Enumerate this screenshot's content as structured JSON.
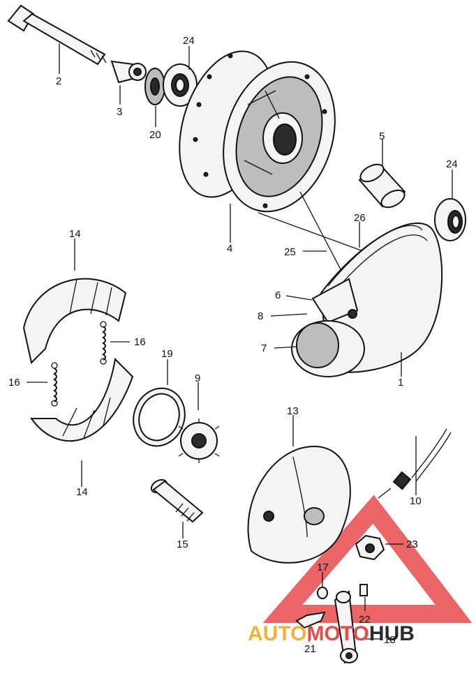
{
  "callouts": [
    "1",
    "2",
    "3",
    "4",
    "5",
    "6",
    "7",
    "8",
    "9",
    "10",
    "13",
    "14",
    "14",
    "15",
    "16",
    "16",
    "17",
    "18",
    "19",
    "20",
    "21",
    "22",
    "23",
    "24",
    "24",
    "25",
    "26"
  ],
  "watermark": {
    "part1": "AUTO",
    "part2": "MOTO",
    "part3": "HUB",
    "color_orange": "#f2b23a",
    "color_red": "#e64a4a",
    "color_dark": "#2b2b2b"
  }
}
